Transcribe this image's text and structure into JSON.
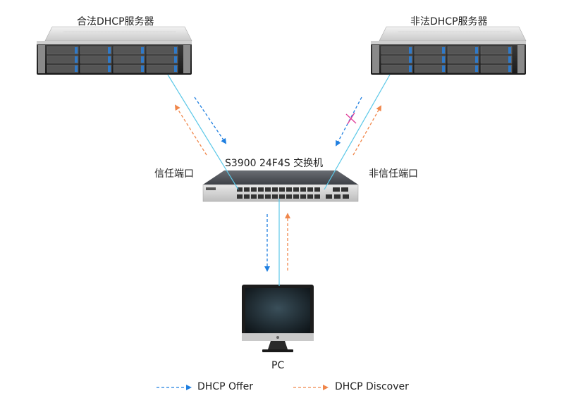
{
  "servers": {
    "legal": {
      "label": "合法DHCP服务器"
    },
    "illegal": {
      "label": "非法DHCP服务器"
    }
  },
  "switch": {
    "label": "S3900 24F4S 交换机"
  },
  "ports": {
    "trusted": "信任端口",
    "untrusted": "非信任端口"
  },
  "pc": {
    "label": "PC"
  },
  "legend": {
    "offer": {
      "label": "DHCP Offer",
      "color": "#1f7fe0"
    },
    "discover": {
      "label": "DHCP Discover",
      "color": "#f0864a"
    }
  },
  "colors": {
    "cable": "#5cc8e8",
    "blocked_mark": "#e0409a"
  }
}
